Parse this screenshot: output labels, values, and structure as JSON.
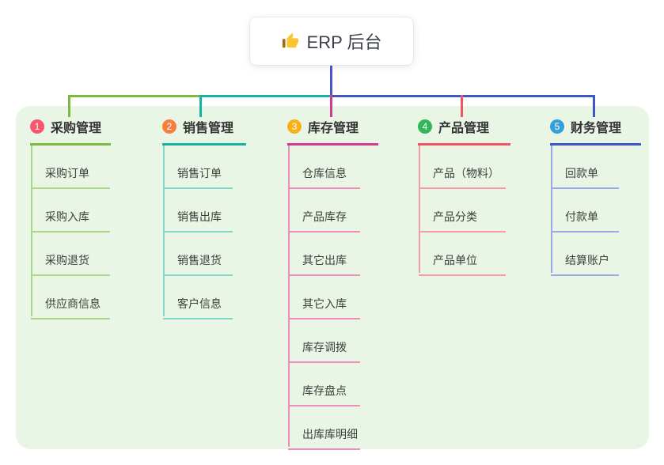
{
  "root": {
    "label": "ERP 后台",
    "icon": "thumbs-up"
  },
  "connector_colors": {
    "root_stem": "#4c55c9"
  },
  "branches": [
    {
      "num": "1",
      "title": "采购管理",
      "colors": {
        "badge": "#f7566d",
        "main": "#7cb93f",
        "light": "#a9d88b"
      },
      "items": [
        "采购订单",
        "采购入库",
        "采购退货",
        "供应商信息"
      ]
    },
    {
      "num": "2",
      "title": "销售管理",
      "colors": {
        "badge": "#f67f3c",
        "main": "#14b3a2",
        "light": "#82d6cc"
      },
      "items": [
        "销售订单",
        "销售出库",
        "销售退货",
        "客户信息"
      ]
    },
    {
      "num": "3",
      "title": "库存管理",
      "colors": {
        "badge": "#f9af18",
        "main": "#d13c90",
        "light": "#ee8cba"
      },
      "items": [
        "仓库信息",
        "产品库存",
        "其它出库",
        "其它入库",
        "库存调拨",
        "库存盘点",
        "出库库明细"
      ]
    },
    {
      "num": "4",
      "title": "产品管理",
      "colors": {
        "badge": "#31b757",
        "main": "#f25463",
        "light": "#f79aa3"
      },
      "items": [
        "产品（物料）",
        "产品分类",
        "产品单位"
      ]
    },
    {
      "num": "5",
      "title": "财务管理",
      "colors": {
        "badge": "#36a0da",
        "main": "#3e56c6",
        "light": "#97a9e6"
      },
      "items": [
        "回款单",
        "付款单",
        "结算账户"
      ]
    }
  ]
}
